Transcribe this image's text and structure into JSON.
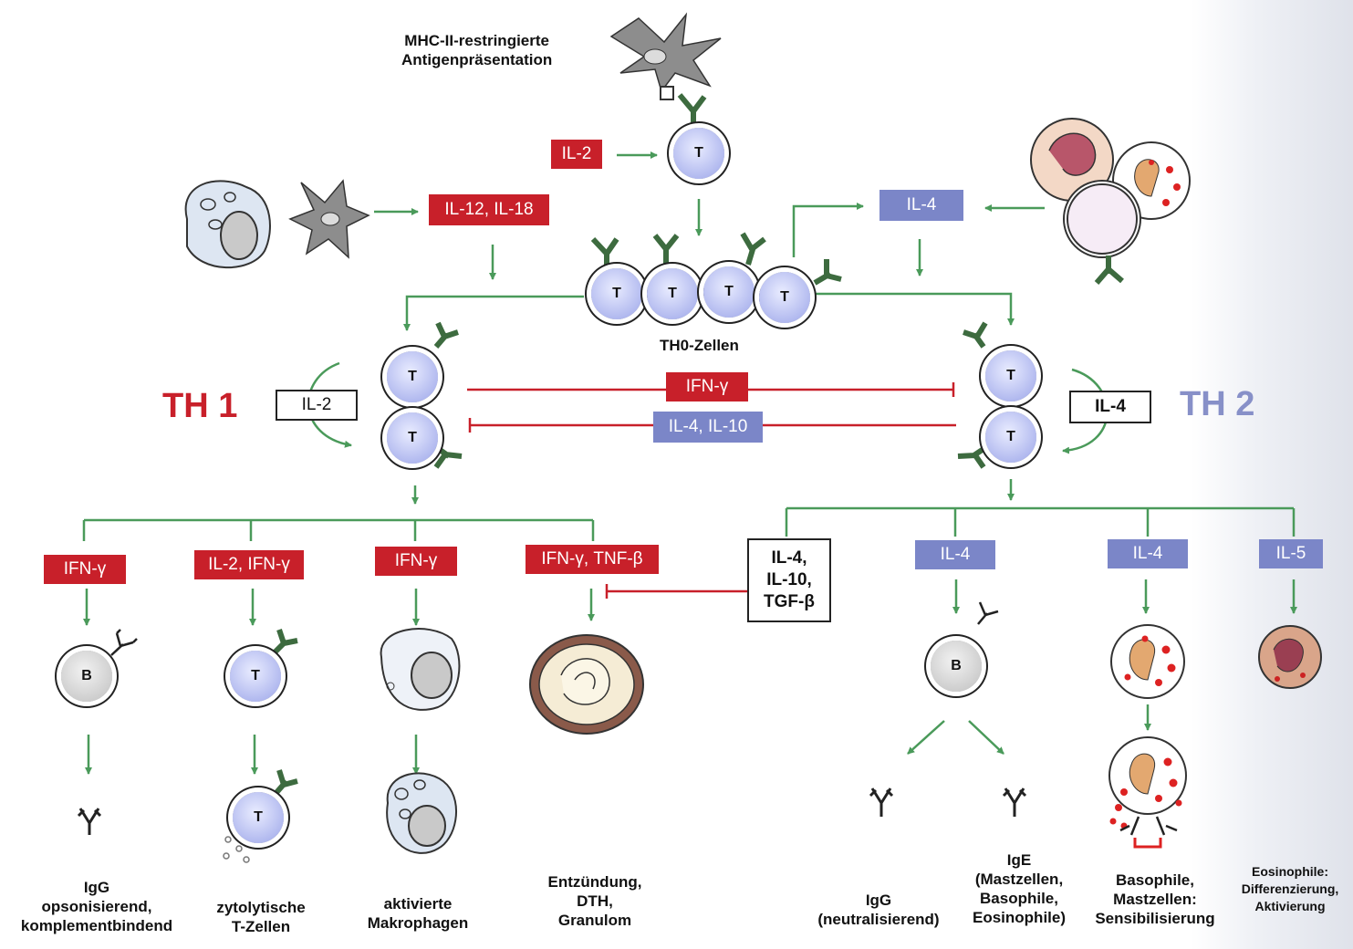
{
  "top_label": {
    "line1": "MHC-II-restringierte",
    "line2": "Antigenpräsentation"
  },
  "th0_label": "TH0-Zellen",
  "th1_title": "TH 1",
  "th2_title": "TH 2",
  "cytokines": {
    "il2_top": "IL-2",
    "il12_il18": "IL-12, IL-18",
    "il4_top": "IL-4",
    "ifn_gamma_mid": "IFN-γ",
    "il4_il10_mid": "IL-4, IL-10",
    "il2_loop": "IL-2",
    "il4_loop": "IL-4",
    "th1_outputs": [
      "IFN-γ",
      "IL-2, IFN-γ",
      "IFN-γ",
      "IFN-γ, TNF-β"
    ],
    "th2_inhibitor": {
      "line1": "IL-4,",
      "line2": "IL-10,",
      "line3": "TGF-β"
    },
    "th2_outputs": [
      "IL-4",
      "IL-4",
      "IL-5"
    ]
  },
  "cell_letters": {
    "t": "T",
    "b": "B"
  },
  "effects": {
    "igg_opson": {
      "line1": "IgG",
      "line2": "opsonisierend,",
      "line3": "komplementbindend"
    },
    "ctl": {
      "line1": "zytolytische",
      "line2": "T-Zellen"
    },
    "macro": {
      "line1": "aktivierte",
      "line2": "Makrophagen"
    },
    "inflam": {
      "line1": "Entzündung,",
      "line2": "DTH,",
      "line3": "Granulom"
    },
    "igg_neutral": {
      "line1": "IgG",
      "line2": "(neutralisierend)"
    },
    "ige": {
      "line1": "IgE",
      "line2": "(Mastzellen,",
      "line3": "Basophile,",
      "line4": "Eosinophile)"
    },
    "baso": {
      "line1": "Basophile,",
      "line2": "Mastzellen:",
      "line3": "Sensibilisierung"
    },
    "eosino": {
      "line1": "Eosinophile:",
      "line2": "Differenzierung,",
      "line3": "Aktivierung"
    }
  },
  "colors": {
    "th1_red": "#c8202a",
    "th2_blue": "#7b86c8",
    "arrow_green": "#4a9a5a"
  }
}
